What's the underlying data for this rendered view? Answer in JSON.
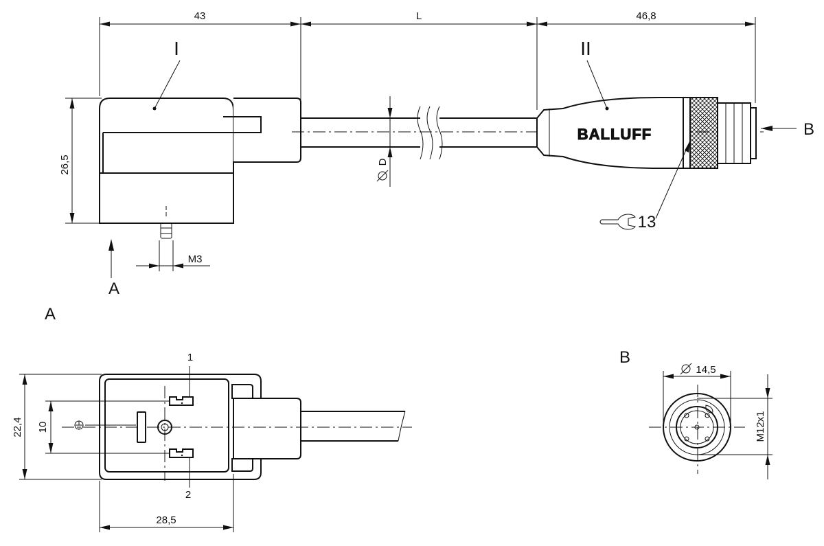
{
  "dimensions": {
    "top_left": "43",
    "top_mid": "L",
    "top_right": "46,8",
    "height": "26,5",
    "thread_screw": "M3",
    "cable_dia": "D",
    "wrench": "13",
    "front_width": "28,5",
    "front_height": "22,4",
    "pin_spacing": "10",
    "conn_dia": "14,5",
    "conn_thread": "M12x1"
  },
  "labels": {
    "part_1": "I",
    "part_2": "II",
    "view_a_arrow": "A",
    "view_b_arrow": "B",
    "view_a_title": "A",
    "view_b_title": "B",
    "pin_1": "1",
    "pin_2": "2",
    "brand": "BALLUFF"
  }
}
